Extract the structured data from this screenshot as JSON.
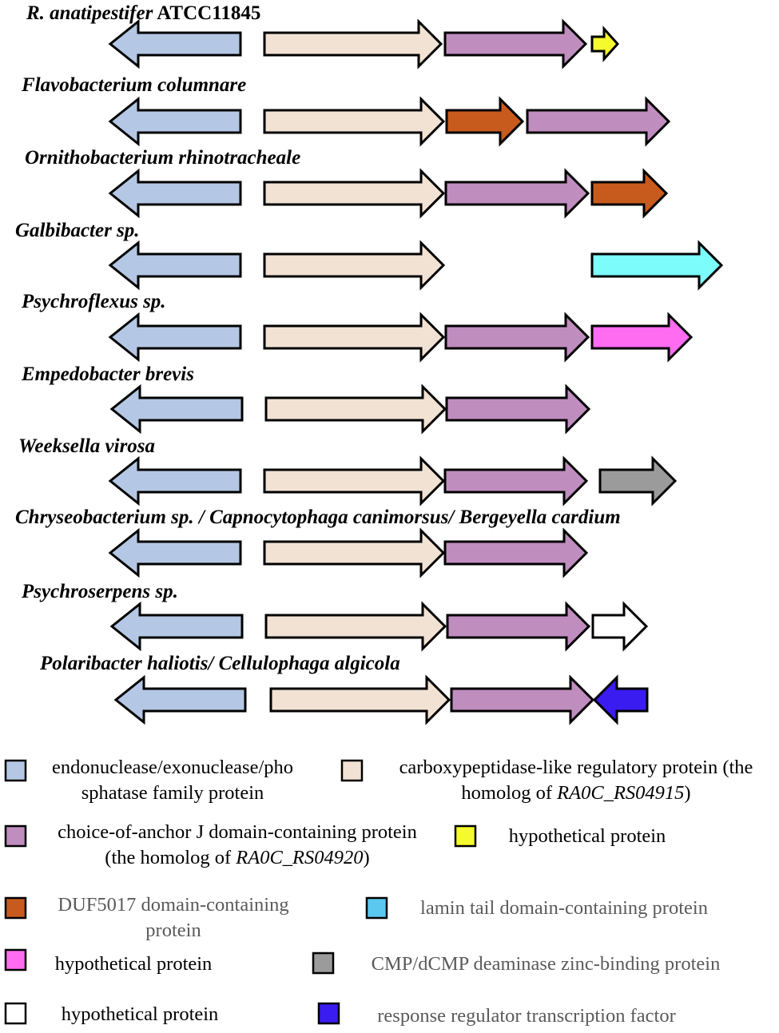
{
  "colors": {
    "endonuclease": "#b4c7e4",
    "carboxypeptidase": "#f2e2d3",
    "choice_of_anchor": "#c08dbf",
    "hypothetical_yellow": "#f5fa2e",
    "duf5017": "#c75b1d",
    "lamin_tail": "#5bc8f0",
    "lamin_tail_gene": "#7cfdfb",
    "hypothetical_pink": "#ff6cf2",
    "cmp_deaminase": "#9b9b9b",
    "hypothetical_white": "#ffffff",
    "response_regulator": "#3a1cf0"
  },
  "organisms": [
    {
      "label_italic": "R. anatipestifer",
      "label_plain": " ATCC11845",
      "genes": [
        {
          "type": "endonuclease",
          "dir": "left"
        },
        {
          "type": "carboxypeptidase",
          "dir": "right"
        },
        {
          "type": "choice_of_anchor",
          "dir": "right"
        },
        {
          "type": "hypothetical_yellow",
          "dir": "right"
        }
      ]
    },
    {
      "label_italic": "Flavobacterium columnare",
      "label_plain": "",
      "genes": [
        {
          "type": "endonuclease",
          "dir": "left"
        },
        {
          "type": "carboxypeptidase",
          "dir": "right"
        },
        {
          "type": "duf5017",
          "dir": "right"
        },
        {
          "type": "choice_of_anchor",
          "dir": "right"
        }
      ]
    },
    {
      "label_italic": "Ornithobacterium rhinotracheale",
      "label_plain": "",
      "genes": [
        {
          "type": "endonuclease",
          "dir": "left"
        },
        {
          "type": "carboxypeptidase",
          "dir": "right"
        },
        {
          "type": "choice_of_anchor",
          "dir": "right"
        },
        {
          "type": "duf5017",
          "dir": "right"
        }
      ]
    },
    {
      "label_italic": "Galbibacter sp.",
      "label_plain": "",
      "genes": [
        {
          "type": "endonuclease",
          "dir": "left"
        },
        {
          "type": "carboxypeptidase",
          "dir": "right"
        },
        {
          "type": "lamin_tail_gene",
          "dir": "right"
        }
      ]
    },
    {
      "label_italic": "Psychroflexus sp.",
      "label_plain": "",
      "genes": [
        {
          "type": "endonuclease",
          "dir": "left"
        },
        {
          "type": "carboxypeptidase",
          "dir": "right"
        },
        {
          "type": "choice_of_anchor",
          "dir": "right"
        },
        {
          "type": "hypothetical_pink",
          "dir": "right"
        }
      ]
    },
    {
      "label_italic": "Empedobacter brevis",
      "label_plain": "",
      "genes": [
        {
          "type": "endonuclease",
          "dir": "left"
        },
        {
          "type": "carboxypeptidase",
          "dir": "right"
        },
        {
          "type": "choice_of_anchor",
          "dir": "right"
        }
      ]
    },
    {
      "label_italic": "Weeksella virosa",
      "label_plain": "",
      "genes": [
        {
          "type": "endonuclease",
          "dir": "left"
        },
        {
          "type": "carboxypeptidase",
          "dir": "right"
        },
        {
          "type": "choice_of_anchor",
          "dir": "right"
        },
        {
          "type": "cmp_deaminase",
          "dir": "right"
        }
      ]
    },
    {
      "label_italic": "Chryseobacterium sp. / Capnocytophaga canimorsus/ Bergeyella cardium",
      "label_plain": "",
      "genes": [
        {
          "type": "endonuclease",
          "dir": "left"
        },
        {
          "type": "carboxypeptidase",
          "dir": "right"
        },
        {
          "type": "choice_of_anchor",
          "dir": "right"
        }
      ]
    },
    {
      "label_italic": "Psychroserpens sp.",
      "label_plain": "",
      "genes": [
        {
          "type": "endonuclease",
          "dir": "left"
        },
        {
          "type": "carboxypeptidase",
          "dir": "right"
        },
        {
          "type": "choice_of_anchor",
          "dir": "right"
        },
        {
          "type": "hypothetical_white",
          "dir": "right"
        }
      ]
    },
    {
      "label_italic": "Polaribacter haliotis/ Cellulophaga algicola",
      "label_plain": "",
      "genes": [
        {
          "type": "endonuclease",
          "dir": "left"
        },
        {
          "type": "carboxypeptidase",
          "dir": "right"
        },
        {
          "type": "choice_of_anchor",
          "dir": "right"
        },
        {
          "type": "response_regulator",
          "dir": "left"
        }
      ]
    }
  ],
  "legend": [
    {
      "key": "endonuclease",
      "lines": [
        [
          {
            "t": "endonuclease/exonuclease/pho"
          }
        ],
        [
          {
            "t": "sphatase family protein"
          }
        ]
      ],
      "gray": false
    },
    {
      "key": "carboxypeptidase",
      "lines": [
        [
          {
            "t": "carboxypeptidase-like regulatory protein (the"
          }
        ],
        [
          {
            "t": "homolog of "
          },
          {
            "t": "RA0C_RS04915",
            "i": true
          },
          {
            "t": ")"
          }
        ]
      ],
      "gray": false
    },
    {
      "key": "choice_of_anchor",
      "lines": [
        [
          {
            "t": "choice-of-anchor J domain-containing protein"
          }
        ],
        [
          {
            "t": "(the homolog of "
          },
          {
            "t": "RA0C_RS04920",
            "i": true
          },
          {
            "t": ")"
          }
        ]
      ],
      "gray": false
    },
    {
      "key": "hypothetical_yellow",
      "lines": [
        [
          {
            "t": "hypothetical protein"
          }
        ]
      ],
      "gray": false
    },
    {
      "key": "duf5017",
      "lines": [
        [
          {
            "t": "DUF5017 domain-containing"
          }
        ],
        [
          {
            "t": "protein"
          }
        ]
      ],
      "gray": true
    },
    {
      "key": "lamin_tail",
      "lines": [
        [
          {
            "t": "lamin tail domain-containing protein"
          }
        ]
      ],
      "gray": true
    },
    {
      "key": "hypothetical_pink",
      "lines": [
        [
          {
            "t": "hypothetical protein"
          }
        ]
      ],
      "gray": false
    },
    {
      "key": "cmp_deaminase",
      "lines": [
        [
          {
            "t": "CMP/dCMP deaminase zinc-binding protein"
          }
        ]
      ],
      "gray": true
    },
    {
      "key": "hypothetical_white",
      "lines": [
        [
          {
            "t": "hypothetical protein"
          }
        ]
      ],
      "gray": false
    },
    {
      "key": "response_regulator",
      "lines": [
        [
          {
            "t": "response regulator transcription factor"
          }
        ]
      ],
      "gray": true
    }
  ]
}
